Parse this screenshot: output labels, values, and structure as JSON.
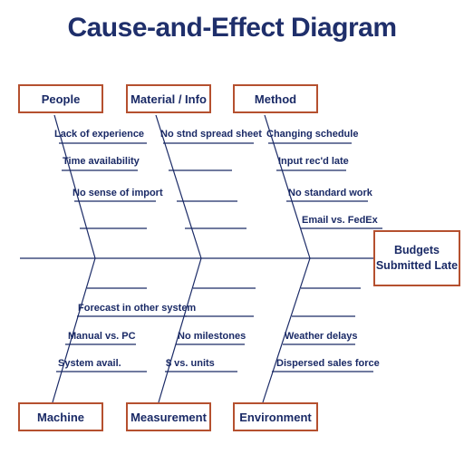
{
  "title": "Cause-and-Effect Diagram",
  "effect": {
    "line1": "Budgets",
    "line2": "Submitted Late"
  },
  "categories": {
    "people": "People",
    "material": "Material / Info",
    "method": "Method",
    "machine": "Machine",
    "measurement": "Measurement",
    "environment": "Environment"
  },
  "causes": {
    "people": [
      "Lack of experience",
      "Time availability",
      "No sense of import"
    ],
    "material": [
      "No stnd spread sheet"
    ],
    "method": [
      "Changing schedule",
      "Input rec'd late",
      "No standard work",
      "Email vs. FedEx"
    ],
    "machine": [
      "Forecast in other system",
      "Manual vs. PC",
      "System avail."
    ],
    "measurement": [
      "No milestones",
      "$ vs. units"
    ],
    "environment": [
      "Weather delays",
      "Dispersed sales force"
    ]
  },
  "colors": {
    "line": "#1a2a66",
    "box_border": "#b5502f",
    "text": "#1a2a66",
    "title": "#1f2f6b"
  }
}
